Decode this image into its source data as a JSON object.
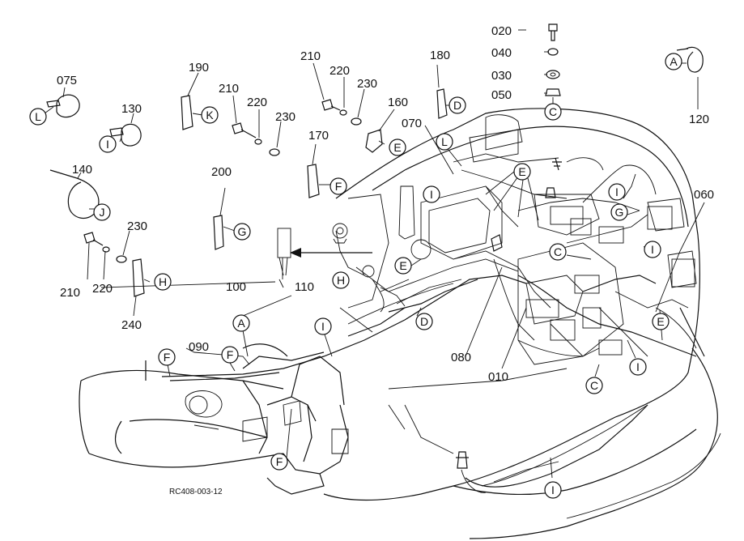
{
  "drawing_code": "RC408-003-12",
  "part_numbers": {
    "p020": "020",
    "p040": "040",
    "p030": "030",
    "p050": "050",
    "p075": "075",
    "p130": "130",
    "p140": "140",
    "p190": "190",
    "p210a": "210",
    "p220a": "220",
    "p230a": "230",
    "p170": "170",
    "p210b": "210",
    "p220b": "220",
    "p230b": "230",
    "p160": "160",
    "p180": "180",
    "p070": "070",
    "p120": "120",
    "p060": "060",
    "p200": "200",
    "p210c": "210",
    "p220c": "220",
    "p230c": "230",
    "p240": "240",
    "p100": "100",
    "p110": "110",
    "p090": "090",
    "p080": "080",
    "p010": "010"
  },
  "ref_letters": {
    "A1": "A",
    "A2": "A",
    "C1": "C",
    "C2": "C",
    "C3": "C",
    "D1": "D",
    "D2": "D",
    "E1": "E",
    "E2": "E",
    "E3": "E",
    "E4": "E",
    "F1": "F",
    "F2": "F",
    "F3": "F",
    "F4": "F",
    "G1": "G",
    "G2": "G",
    "H1": "H",
    "H2": "H",
    "I1": "I",
    "I2": "I",
    "I3": "I",
    "I4": "I",
    "I5": "I",
    "I6": "I",
    "I7": "I",
    "J1": "J",
    "K1": "K",
    "L1": "L",
    "L2": "L"
  }
}
